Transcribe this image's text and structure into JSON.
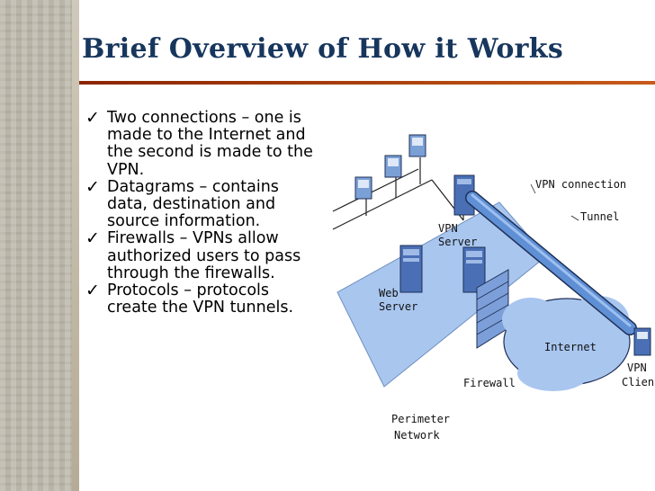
{
  "slide": {
    "title": "Brief Overview of How it Works",
    "bullets": [
      {
        "icon": "checkmark-icon",
        "text": "Two connections – one is made to the Internet and the second is made to the VPN."
      },
      {
        "icon": "checkmark-icon",
        "text": "Datagrams – contains data, destination and source information."
      },
      {
        "icon": "checkmark-icon",
        "text": "Firewalls – VPNs allow authorized users to pass through the firewalls."
      },
      {
        "icon": "checkmark-icon",
        "text": "Protocols – protocols create the VPN tunnels."
      }
    ]
  },
  "diagram": {
    "labels": {
      "vpn_connection": "VPN connection",
      "tunnel": "Tunnel",
      "vpn_server_1": "VPN",
      "vpn_server_2": "Server",
      "web_server_1": "Web",
      "web_server_2": "Server",
      "internet": "Internet",
      "firewall": "Firewall",
      "perimeter_1": "Perimeter",
      "perimeter_2": "Network",
      "vpn_client_1": "VPN",
      "vpn_client_2": "Client"
    }
  },
  "colors": {
    "title": "#17365d",
    "rule": "#8b2500",
    "network_fill": "#a9c6ef",
    "tunnel": "#5f90d6"
  }
}
